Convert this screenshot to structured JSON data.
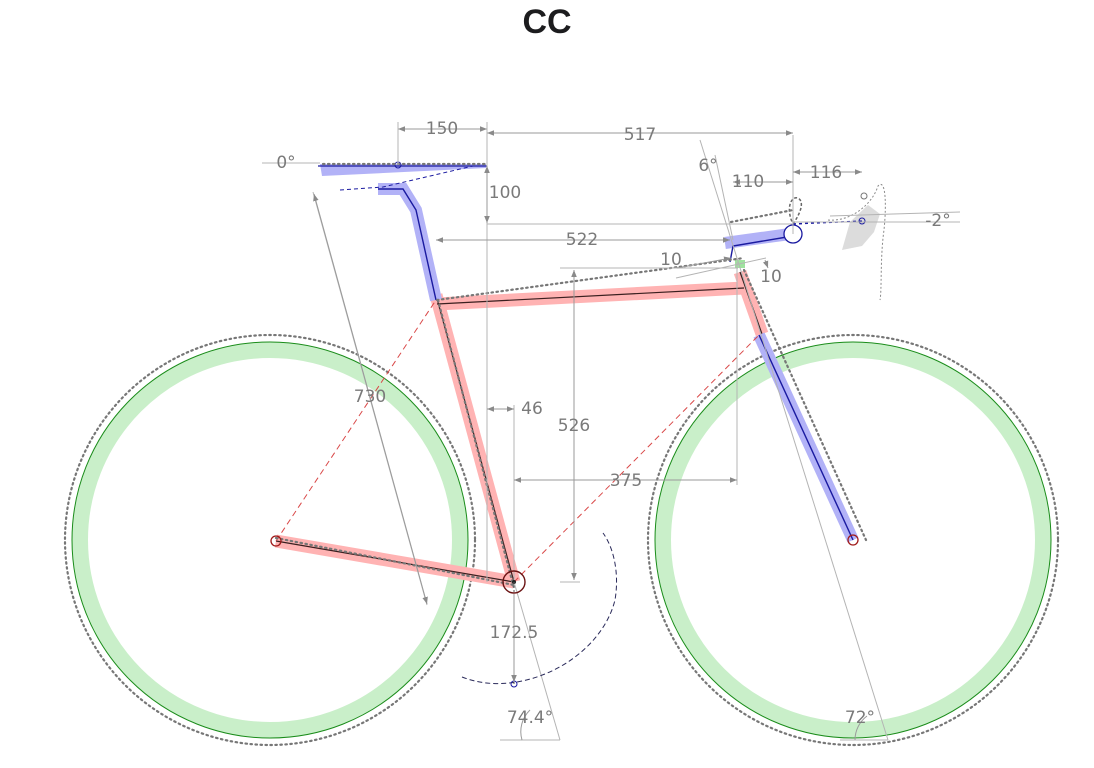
{
  "title": "CC",
  "dimensions": {
    "saddle_setback": "150",
    "reach_to_bars": "517",
    "saddle_angle": "0°",
    "saddle_drop": "100",
    "stem_angle": "6°",
    "stem_length": "110",
    "bar_reach": "116",
    "bar_angle": "-2°",
    "top_tube_reach": "522",
    "spacer_stack": "10",
    "headset_stack": "10",
    "seat_height": "730",
    "bb_offset": "46",
    "stack": "526",
    "reach": "375",
    "crank_length": "172.5",
    "seat_angle": "74.4°",
    "head_angle": "72°"
  },
  "colors": {
    "frame_highlight": "#ffb3b3",
    "component_highlight": "#b2b2f7",
    "wheel_band": "#c9efc9",
    "wheel_outline": "#1a8c1a",
    "dimension_text": "#7a7a7a"
  }
}
